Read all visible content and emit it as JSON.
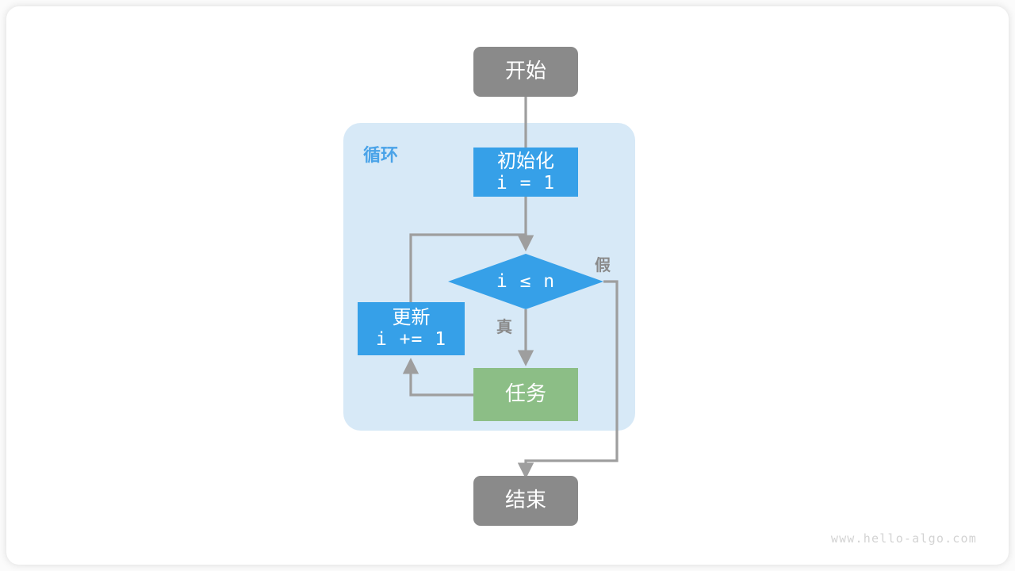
{
  "diagram": {
    "type": "flowchart",
    "title_label": "循环",
    "nodes": {
      "start": {
        "label": "开始"
      },
      "init": {
        "label_cjk": "初始化",
        "label_code": "i = 1"
      },
      "condition": {
        "label": "i ≤ n"
      },
      "update": {
        "label_cjk": "更新",
        "label_code": "i += 1"
      },
      "task": {
        "label": "任务"
      },
      "end": {
        "label": "结束"
      }
    },
    "edge_labels": {
      "true": "真",
      "false": "假"
    },
    "colors": {
      "terminal": "#8a8a8a",
      "process": "#36a0e8",
      "task": "#8cbe86",
      "loop_container": "#d7e9f7",
      "loop_label": "#4aa3e8",
      "edge": "#9e9e9e",
      "canvas": "#ffffff"
    }
  },
  "watermark": {
    "text": "www.hello-algo.com"
  }
}
